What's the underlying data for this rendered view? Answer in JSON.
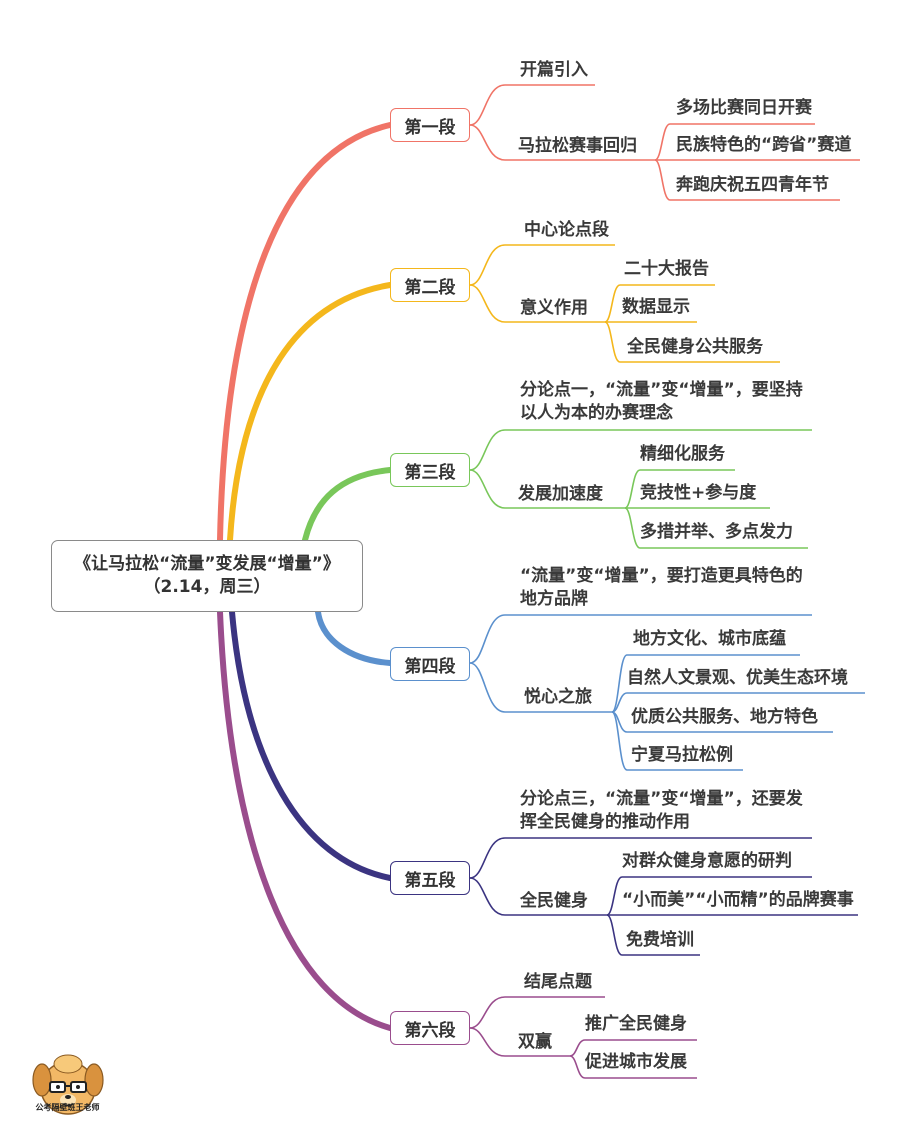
{
  "root": {
    "title": "《让马拉松“流量”变发展“增量”》",
    "subtitle": "（2.14，周三）"
  },
  "sections": [
    {
      "label": "第一段",
      "color": "#f07467"
    },
    {
      "label": "第二段",
      "color": "#f4b71c"
    },
    {
      "label": "第三段",
      "color": "#79c75a"
    },
    {
      "label": "第四段",
      "color": "#5b90cd"
    },
    {
      "label": "第五段",
      "color": "#3b3481"
    },
    {
      "label": "第六段",
      "color": "#9a4d8d"
    }
  ],
  "nodes": {
    "s1_a": "开篇引入",
    "s1_b": "马拉松赛事回归",
    "s1_b1": "多场比赛同日开赛",
    "s1_b2": "民族特色的“跨省”赛道",
    "s1_b3": "奔跑庆祝五四青年节",
    "s2_a": "中心论点段",
    "s2_b": "意义作用",
    "s2_b1": "二十大报告",
    "s2_b2": "数据显示",
    "s2_b3": "全民健身公共服务",
    "s3_a": "分论点一，“流量”变“增量”，要坚持以人为本的办赛理念",
    "s3_b": "发展加速度",
    "s3_b1": "精细化服务",
    "s3_b2": "竞技性+参与度",
    "s3_b3": "多措并举、多点发力",
    "s4_a": "“流量”变“增量”，要打造更具特色的地方品牌",
    "s4_b": "悦心之旅",
    "s4_b1": "地方文化、城市底蕴",
    "s4_b2": "自然人文景观、优美生态环境",
    "s4_b3": "优质公共服务、地方特色",
    "s4_b4": "宁夏马拉松例",
    "s5_a": "分论点三，“流量”变“增量”，还要发挥全民健身的推动作用",
    "s5_b": "全民健身",
    "s5_b1": "对群众健身意愿的研判",
    "s5_b2": "“小而美”“小而精”的品牌赛事",
    "s5_b3": "免费培训",
    "s6_a": "结尾点题",
    "s6_b": "双赢",
    "s6_b1": "推广全民健身",
    "s6_b2": "促进城市发展"
  },
  "watermark": {
    "icon": "dog-mascot-icon",
    "caption": "公考隔壁班王老师"
  }
}
